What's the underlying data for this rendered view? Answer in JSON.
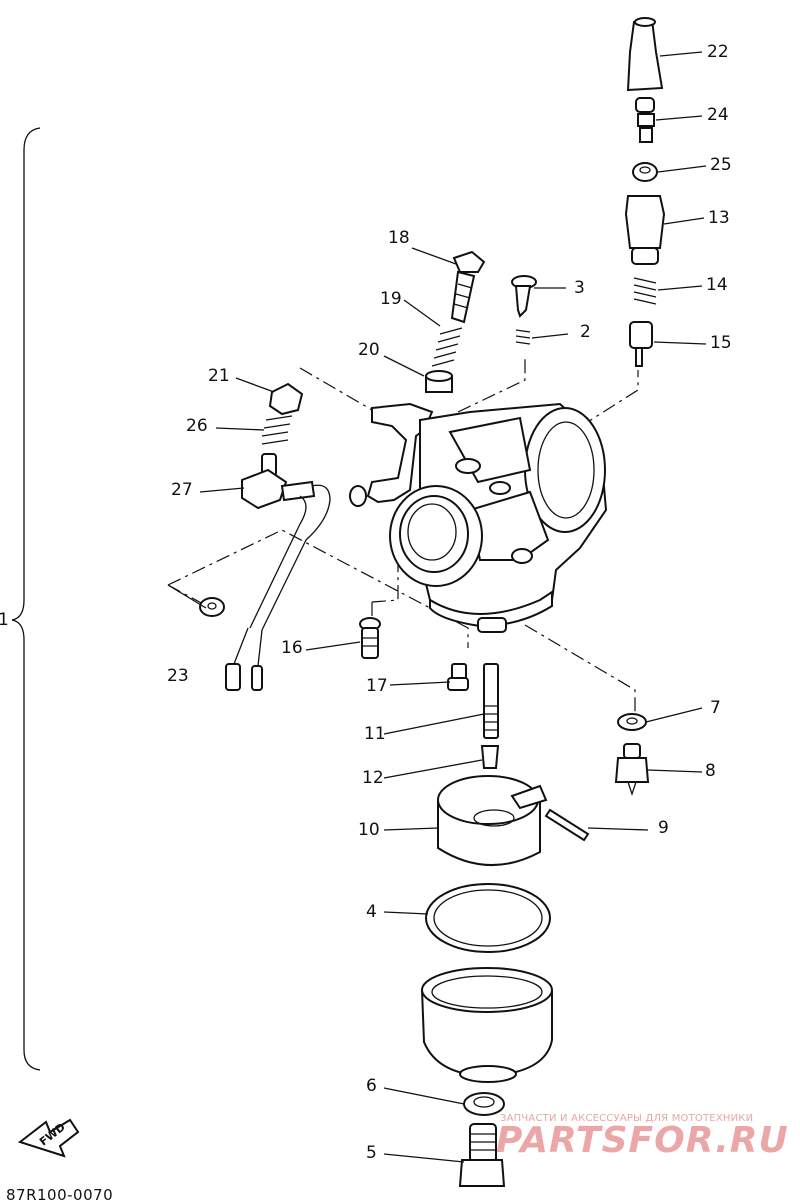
{
  "diagram": {
    "part_number": "87R100-0070",
    "assembly_callout": "1",
    "fwd_label": "FWD",
    "callouts": {
      "c2": "2",
      "c3": "3",
      "c4": "4",
      "c5": "5",
      "c6": "6",
      "c7": "7",
      "c8": "8",
      "c9": "9",
      "c10": "10",
      "c11": "11",
      "c12": "12",
      "c13": "13",
      "c14": "14",
      "c15": "15",
      "c16": "16",
      "c17": "17",
      "c18": "18",
      "c19": "19",
      "c20": "20",
      "c21": "21",
      "c22": "22",
      "c23": "23",
      "c24": "24",
      "c25": "25",
      "c26": "26",
      "c27": "27"
    },
    "watermark": {
      "tagline": "ЗАПЧАСТИ И АКСЕССУАРЫ ДЛЯ МОТОТЕХНИКИ",
      "brand": "PARTSFOR.RU",
      "color": "#e58a8a"
    }
  }
}
